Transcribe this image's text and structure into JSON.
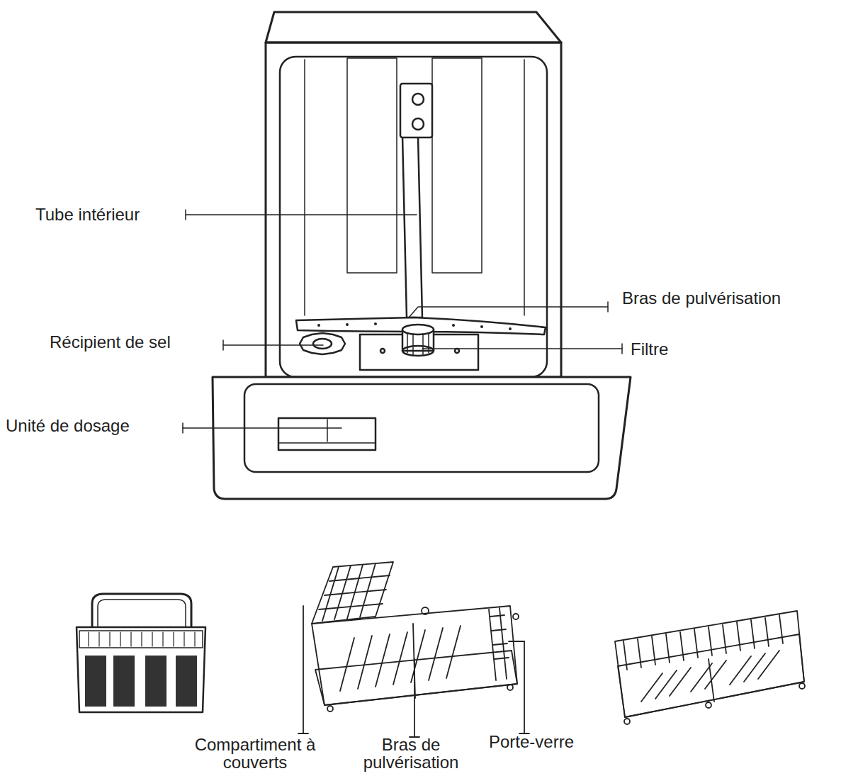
{
  "diagram": {
    "labels": [
      "Tube intérieur",
      "Bras de pulvérisation",
      "Récipient de sel",
      "Filtre",
      "Unité de dosage",
      "Compartiment à couverts",
      "Bras de pulvérisation",
      "Porte-verre"
    ]
  }
}
